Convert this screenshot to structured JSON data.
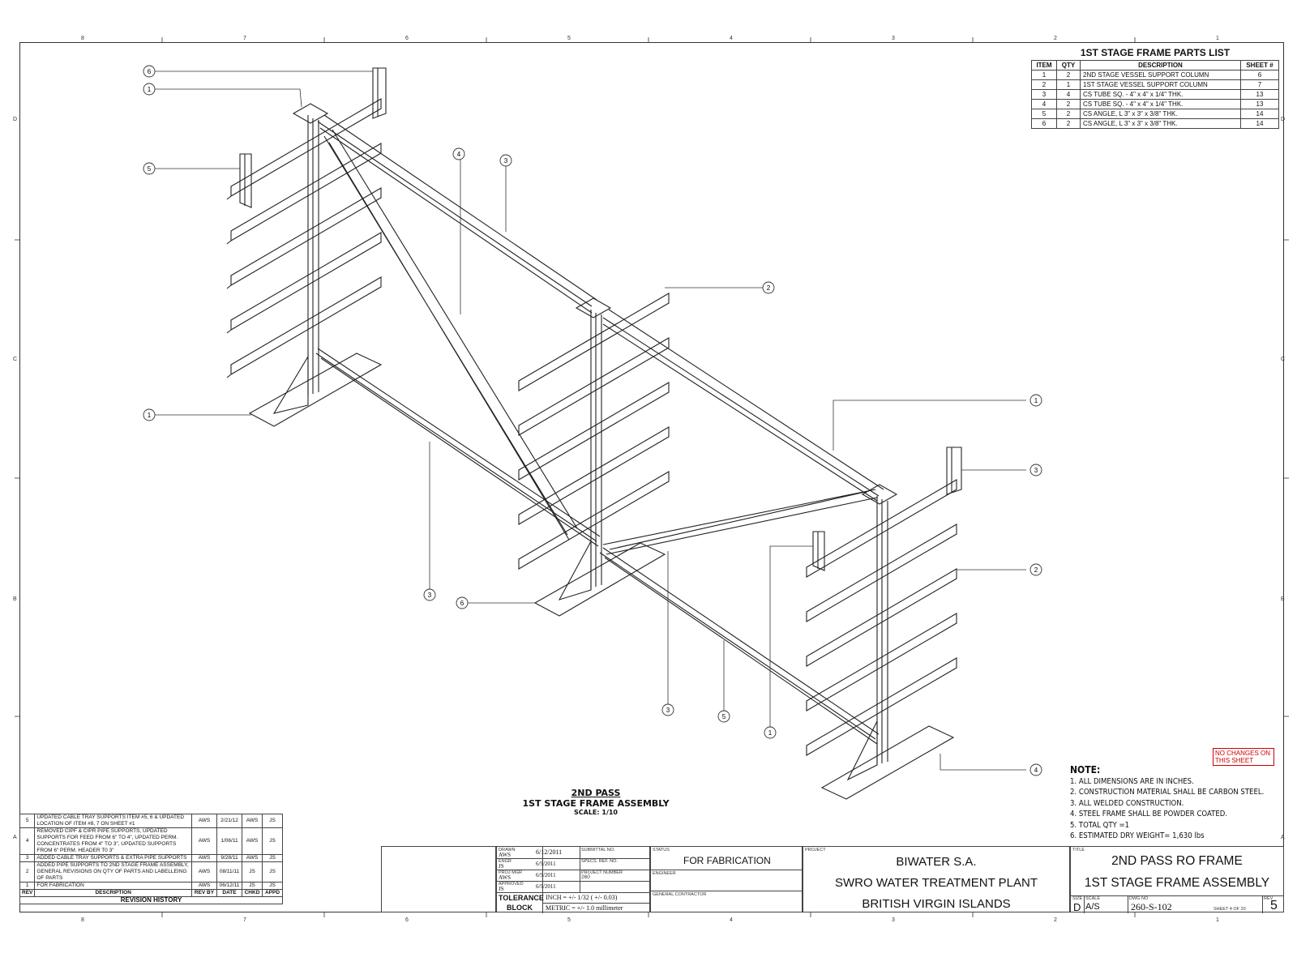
{
  "zones": {
    "columns": [
      "8",
      "7",
      "6",
      "5",
      "4",
      "3",
      "2",
      "1"
    ],
    "rows": [
      "D",
      "C",
      "B",
      "A"
    ]
  },
  "parts_list": {
    "title": "1ST STAGE FRAME PARTS LIST",
    "headers": [
      "ITEM",
      "QTY",
      "DESCRIPTION",
      "SHEET #"
    ],
    "rows": [
      [
        "1",
        "2",
        "2ND STAGE VESSEL SUPPORT COLUMN",
        "6"
      ],
      [
        "2",
        "1",
        "1ST STAGE VESSEL SUPPORT COLUMN",
        "7"
      ],
      [
        "3",
        "4",
        "CS TUBE SQ. - 4\" x 4\" x 1/4\" THK.",
        "13"
      ],
      [
        "4",
        "2",
        "CS TUBE SQ. - 4\" x 4\" x 1/4\" THK.",
        "13"
      ],
      [
        "5",
        "2",
        "CS ANGLE,  L 3\" x 3\" x 3/8\" THK.",
        "14"
      ],
      [
        "6",
        "2",
        "CS ANGLE,  L 3\" x 3\" x 3/8\" THK.",
        "14"
      ]
    ]
  },
  "balloons": [
    "6",
    "1",
    "5",
    "1",
    "4",
    "3",
    "2",
    "3",
    "6",
    "1",
    "3",
    "2",
    "4",
    "3",
    "5",
    "1"
  ],
  "caption": {
    "line1": "2ND PASS",
    "line2": "1ST STAGE FRAME ASSEMBLY",
    "scale": "SCALE: 1/10"
  },
  "no_changes": "NO CHANGES ON THIS SHEET",
  "notes": {
    "heading": "NOTE:",
    "items": [
      "1. ALL DIMENSIONS ARE IN INCHES.",
      "2. CONSTRUCTION MATERIAL SHALL BE CARBON STEEL.",
      "3. ALL WELDED CONSTRUCTION.",
      "4. STEEL FRAME SHALL BE POWDER COATED.",
      "5. TOTAL QTY =1",
      "6. ESTIMATED DRY WEIGHT= 1,630 lbs"
    ]
  },
  "revisions": {
    "rows": [
      [
        "5",
        "UPDATED CABLE TRAY SUPPORTS ITEM #5, 6 & UPDATED LOCATION OF ITEM #8, 7 ON SHEET #1",
        "AWS",
        "2/21/12",
        "AWS",
        "JS"
      ],
      [
        "4",
        "REMOVED CIPF & CIPR PIPE SUPPORTS, UPDATED SUPPORTS FOR FEED FROM 6\" TO 4\", UPDATED PERM. CONCENTRATES FROM 4\" TO 3\", UPDATED SUPPORTS FROM 6\" PERM. HEADER T0 3\"",
        "AWS",
        "1/06/11",
        "AWS",
        "JS"
      ],
      [
        "3",
        "ADDED CABLE TRAY SUPPORTS & EXTRA PIPE SUPPORTS",
        "AWS",
        "9/28/11",
        "AWS",
        "JS"
      ],
      [
        "2",
        "ADDED PIPE SUPPORTS TO 2ND STAGE FRAME ASSEMBLY, GENERAL REVISIONS ON QTY OF PARTS AND LABELLEING OF PARTS",
        "AWS",
        "08/11/11",
        "JS",
        "JS"
      ],
      [
        "1",
        "FOR FABRICATION",
        "AWS",
        "06/12/11",
        "JS",
        "JS"
      ]
    ],
    "headers": [
      "REV",
      "DESCRIPTION",
      "REV BY",
      "DATE",
      "CHKD",
      "APPD"
    ],
    "title": "REVISION HISTORY"
  },
  "title_block": {
    "drawn_label": "DRAWN",
    "drawn_by": "AWS",
    "drawn_date": "6/12/2011",
    "engr_label": "ENGR",
    "engr_by": "JS",
    "engr_date": "6/9/2011",
    "projmgr_label": "PROJ MGR",
    "projmgr_by": "AWS",
    "projmgr_date": "6/9/2011",
    "approved_label": "APPROVED",
    "approved_by": "JS",
    "approved_date": "6/9/2011",
    "submittal_label": "SUBMITTAL NO.",
    "specs_label": "SPECS. REF. NO.",
    "projnum_label": "PROJECT NUMBER",
    "projnum": "260",
    "tolerance_label": "TOLERANCE",
    "block_label": "BLOCK",
    "tol_inch": "INCH = +/- 1/32 ( +/- 0.03)",
    "tol_metric": "METRIC = +/- 1.0 millimeter",
    "status_label": "STATUS",
    "status": "FOR FABRICATION",
    "engineer_label": "ENGINEER",
    "contractor_label": "GENERAL CONTRACTOR",
    "project_label": "PROJECT",
    "project_line1": "BIWATER S.A.",
    "project_line2": "SWRO WATER TREATMENT PLANT",
    "project_line3": "BRITISH VIRGIN ISLANDS",
    "title_label": "TITLE",
    "title_line1": "2ND PASS RO FRAME",
    "title_line2": "1ST STAGE FRAME ASSEMBLY",
    "size_label": "SIZE",
    "size": "D",
    "scale_label": "SCALE",
    "scale": "A/S",
    "dwg_label": "DWG NO",
    "dwg_no": "260-S-102",
    "sheet_text": "SHEET 4  OF 20",
    "rev_label": "REV",
    "rev": "5"
  }
}
